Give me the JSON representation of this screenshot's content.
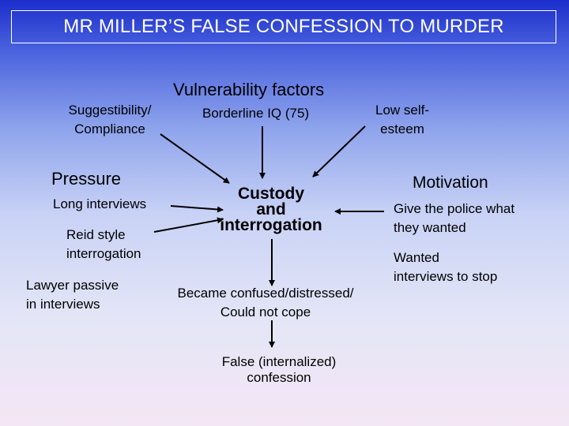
{
  "title": "MR MILLER’S FALSE CONFESSION TO MURDER",
  "vulnerability": {
    "heading": "Vulnerability factors",
    "suggestibility_line1": "Suggestibility/",
    "suggestibility_line2": "Compliance",
    "borderline_iq": "Borderline IQ (75)",
    "low_self_line1": "Low self-",
    "low_self_line2": "esteem"
  },
  "pressure": {
    "heading": "Pressure",
    "long_interviews": "Long interviews",
    "reid_line1": "Reid style",
    "reid_line2": "interrogation",
    "lawyer_line1": "Lawyer passive",
    "lawyer_line2": "in interviews"
  },
  "center": {
    "custody_line1": "Custody",
    "custody_line2": "and",
    "custody_line3": "interrogation",
    "confused_line1": "Became confused/distressed/",
    "confused_line2": "Could not cope",
    "false_line1": "False (internalized)",
    "false_line2": "confession"
  },
  "motivation": {
    "heading": "Motivation",
    "give_line1": "Give the police what",
    "give_line2": "they wanted",
    "wanted_line1": "Wanted",
    "wanted_line2": "interviews to stop"
  },
  "colors": {
    "title_text": "#ffffff",
    "arrow": "#000000"
  }
}
